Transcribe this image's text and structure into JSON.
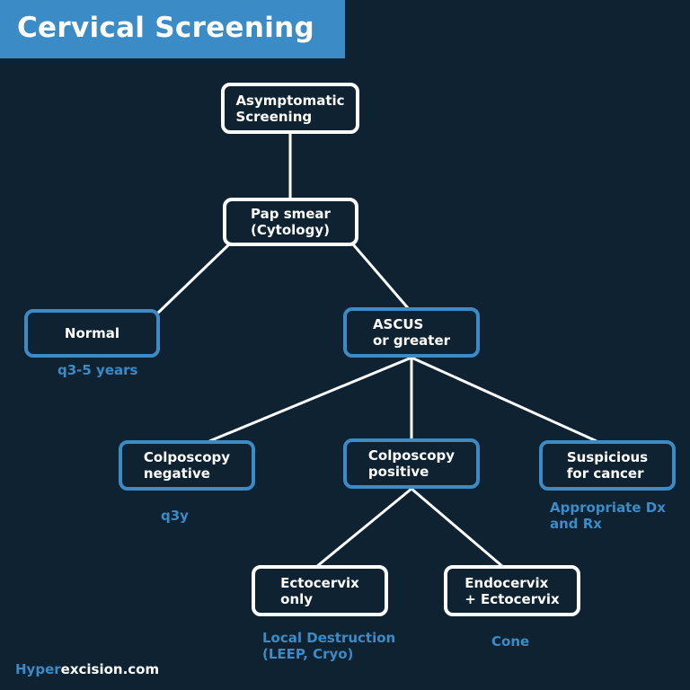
{
  "title": "Cervical Screening",
  "nodes": {
    "asymptomatic": "Asymptomatic\nScreening",
    "pap_smear": "Pap smear\n(Cytology)",
    "normal": "Normal",
    "ascus": "ASCUS\nor greater",
    "colpo_negative": "Colposcopy\nnegative",
    "colpo_positive": "Colposcopy\npositive",
    "suspicious": "Suspicious\nfor cancer",
    "ectocervix": "Ectocervix\nonly",
    "endocervix": "Endocervix\n+ Ectocervix"
  },
  "notes": {
    "normal": "q3-5 years",
    "colpo_negative": "q3y",
    "suspicious": "Appropriate Dx\nand Rx",
    "ectocervix": "Local Destruction\n(LEEP, Cryo)",
    "endocervix": "Cone"
  },
  "footer": {
    "brand": "Hyper",
    "domain": "excision.com"
  },
  "colors": {
    "background": "#0f2231",
    "accent": "#3a8bc6",
    "box_border": "#ffffff",
    "text": "#ffffff"
  }
}
